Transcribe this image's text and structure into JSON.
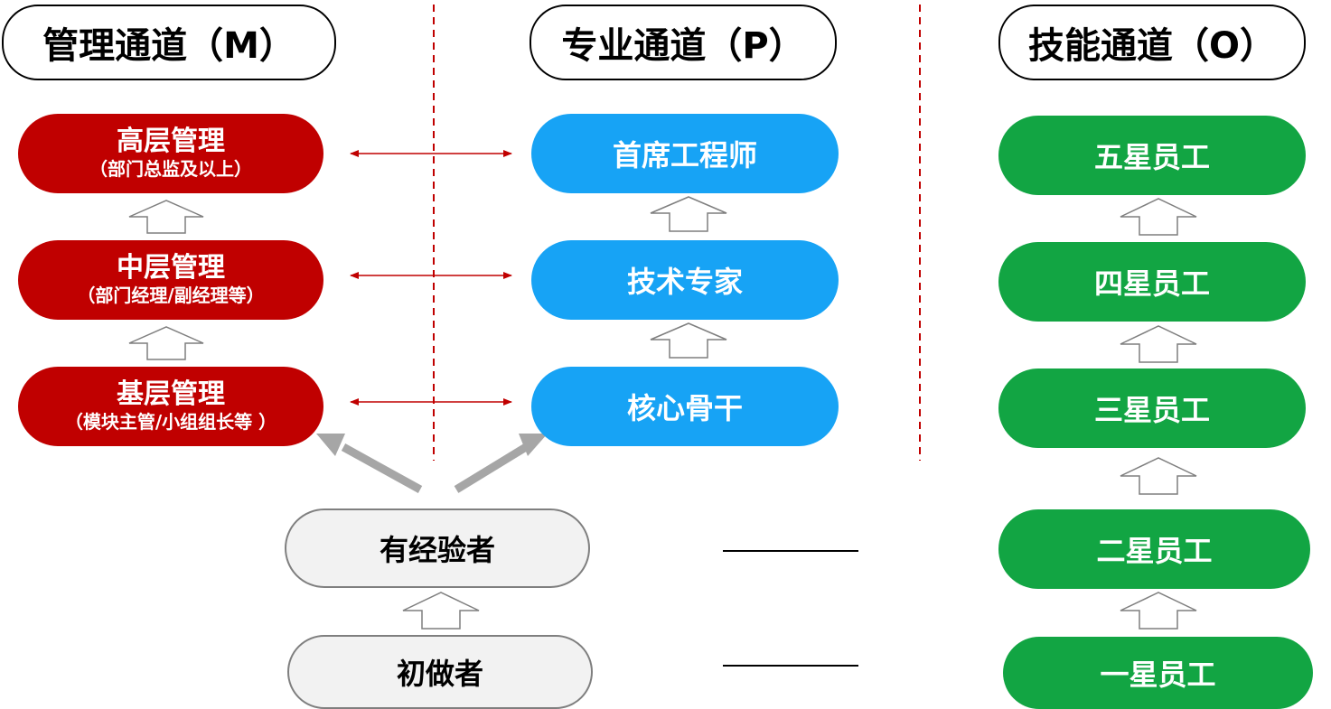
{
  "headers": {
    "m": "管理通道（M）",
    "p": "专业通道（P）",
    "o": "技能通道（O）"
  },
  "management": [
    {
      "title": "高层管理",
      "sub": "（部门总监及以上）"
    },
    {
      "title": "中层管理",
      "sub": "（部门经理/副经理等）"
    },
    {
      "title": "基层管理",
      "sub": "（模块主管/小组组长等 ）"
    }
  ],
  "professional": [
    "首席工程师",
    "技术专家",
    "核心骨干"
  ],
  "skill": [
    "五星员工",
    "四星员工",
    "三星员工",
    "二星员工",
    "一星员工"
  ],
  "entry": [
    "有经验者",
    "初做者"
  ],
  "colors": {
    "management": "#c00000",
    "professional": "#17a3f5",
    "skill": "#12a543",
    "divider": "#c00000",
    "arrow": "#a6a6a6"
  }
}
